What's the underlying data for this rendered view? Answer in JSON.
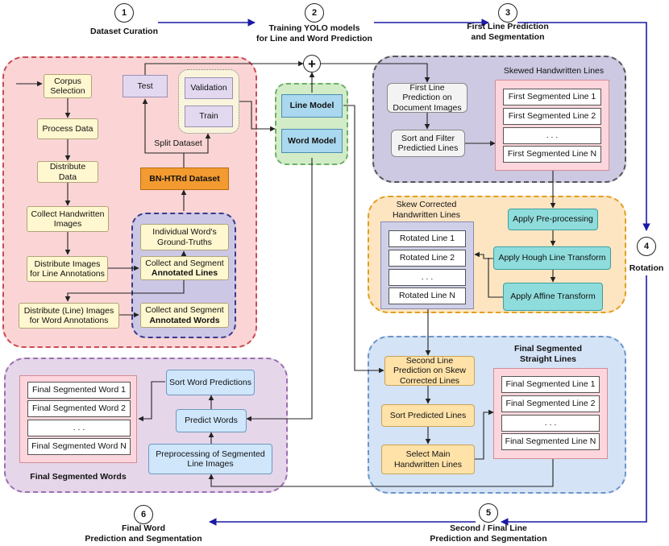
{
  "steps": {
    "s1": {
      "num": "1",
      "label": "Dataset Curation"
    },
    "s2": {
      "num": "2",
      "label1": "Training YOLO models",
      "label2": "for Line and Word Prediction"
    },
    "s3": {
      "num": "3",
      "label1": "First Line Prediction",
      "label2": "and Segmentation"
    },
    "s4": {
      "num": "4",
      "label": "Rotation"
    },
    "s5": {
      "num": "5",
      "label1": "Second / Final Line",
      "label2": "Prediction and Segmentation"
    },
    "s6": {
      "num": "6",
      "label1": "Final Word",
      "label2": "Prediction and Segmentation"
    }
  },
  "curation": {
    "corpus": "Corpus Selection",
    "process": "Process Data",
    "distribute": "Distribute Data",
    "collect_images": "Collect Handwritten Images",
    "distribute_line": "Distribute Images for Line Annotations",
    "distribute_word": "Distribute (Line) Images for Word Annotations",
    "ground_truths": "Individual Word's Ground-Truths",
    "collect_lines_1": "Collect and Segment",
    "collect_lines_2": "Annotated Lines",
    "collect_words_1": "Collect and Segment",
    "collect_words_2": "Annotated Words",
    "dataset": "BN-HTRd Dataset",
    "split": "Split Dataset",
    "test": "Test",
    "validation": "Validation",
    "train": "Train"
  },
  "models": {
    "line": "Line Model",
    "word": "Word Model"
  },
  "skewed": {
    "title": "Skewed Handwritten Lines",
    "first_pred": "First Line Prediction on Document Images",
    "sort_filter": "Sort and Filter Predictied Lines",
    "lines": [
      "First Segmented Line 1",
      "First Segmented Line 2",
      ". . .",
      "First Segmented Line N"
    ]
  },
  "rotation": {
    "title": "Skew Corrected Handwritten Lines",
    "preproc": "Apply Pre-processing",
    "hough": "Apply Hough Line Transform",
    "affine": "Apply Affine Transform",
    "lines": [
      "Rotated Line 1",
      "Rotated Line 2",
      ". . .",
      "Rotated Line N"
    ]
  },
  "final_lines": {
    "title": "Final Segmented Straight Lines",
    "second_pred": "Second Line Prediction on Skew Corrected Lines",
    "sort": "Sort Predicted Lines",
    "select": "Select Main Handwritten Lines",
    "lines": [
      "Final Segmented Line 1",
      "Final Segmented Line 2",
      ". . .",
      "Final Segmented Line N"
    ]
  },
  "final_words": {
    "title": "Final Segmented Words",
    "sort": "Sort Word Predictions",
    "predict": "Predict Words",
    "preproc": "Preprocessing of Segmented Line Images",
    "words": [
      "Final Segmented Word 1",
      "Final Segmented Word 2",
      ". . .",
      "Final Segmented Word N"
    ]
  },
  "plus_symbol": "+",
  "colors": {
    "arrow_blue": "#1a1aa6",
    "red_region": "#c94b54",
    "purple_region": "#7a6aa0",
    "orange_region": "#e0a020",
    "blue_region": "#6d95c9",
    "green_region": "#6ab06a",
    "pink_region": "#9b70b0"
  }
}
